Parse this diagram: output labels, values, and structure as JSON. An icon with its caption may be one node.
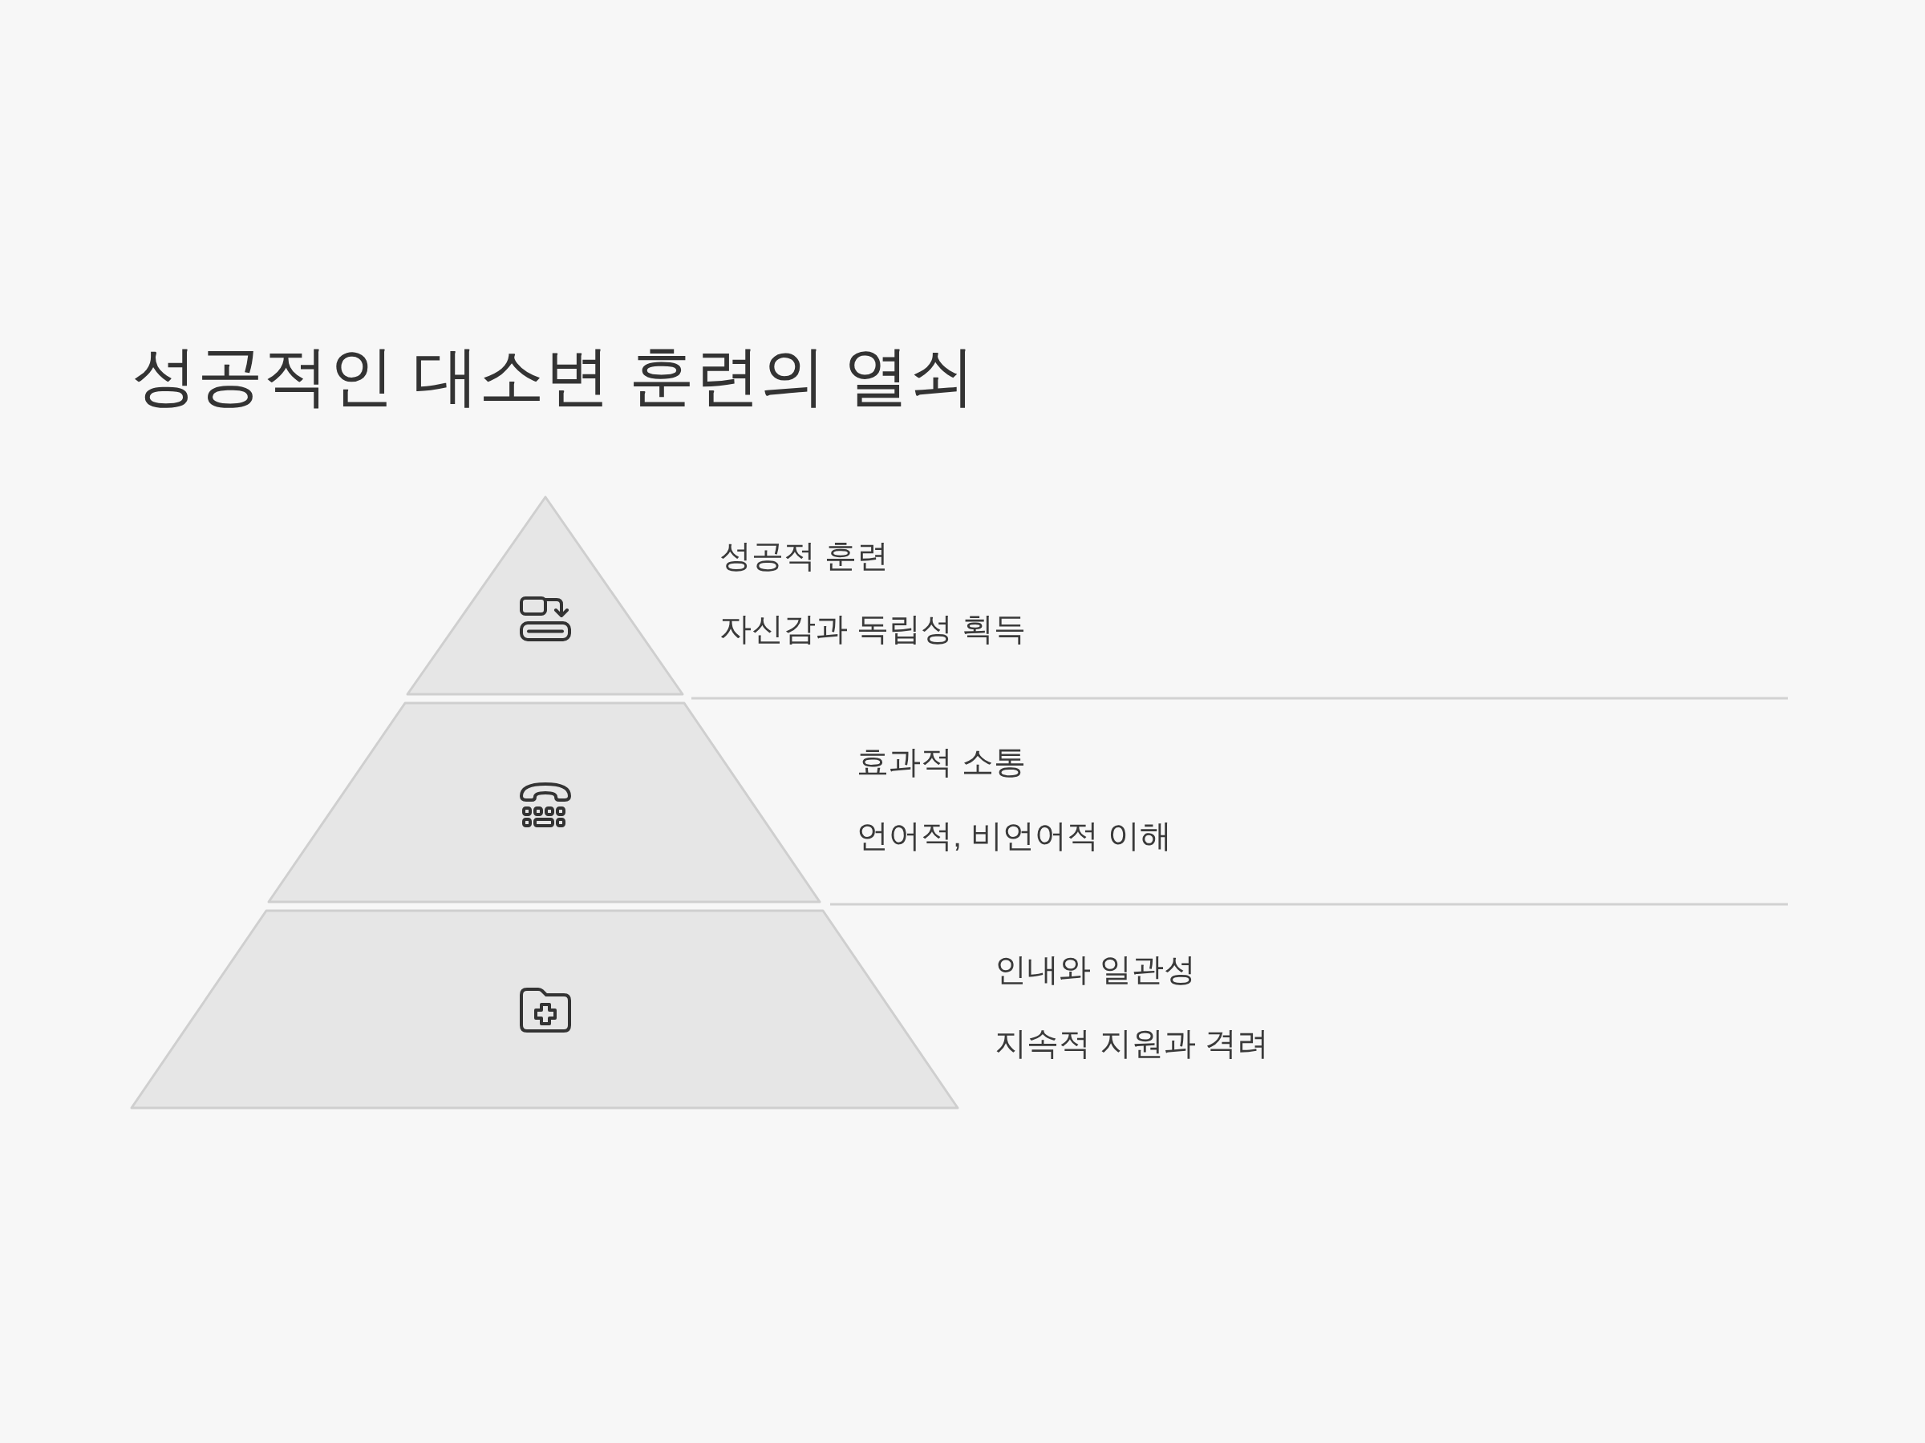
{
  "diagram": {
    "title": "성공적인 대소변 훈련의 열쇠",
    "nodes": [
      {
        "text": [
          "성공적 훈련",
          "자신감과 독립성 획득"
        ]
      },
      {
        "text": [
          "효과적 소통",
          "언어적, 비언어적 이해"
        ]
      },
      {
        "text": [
          "인내와 일관성",
          "지속적 지원과 격려"
        ]
      }
    ],
    "edges": []
  }
}
